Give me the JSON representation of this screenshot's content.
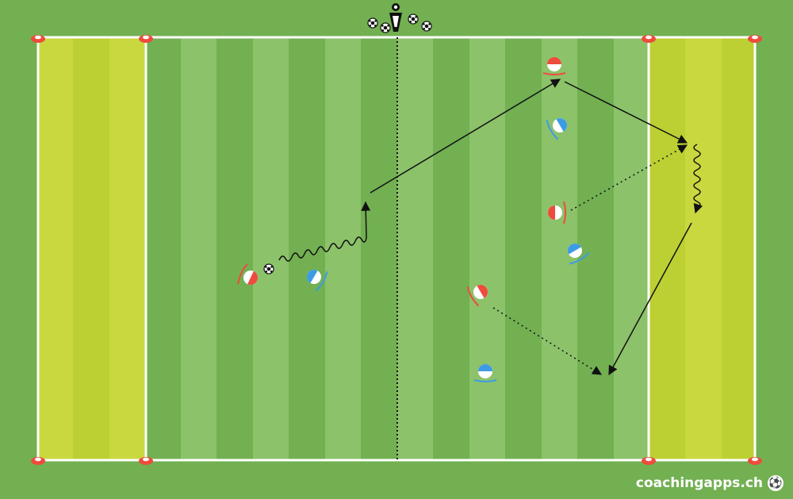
{
  "watermark": {
    "text": "coachingapps.ch"
  },
  "colors": {
    "grass_dark": "#72b052",
    "grass_light": "#8cc26a",
    "zone_dark": "#bcd034",
    "zone_light": "#c9d83e",
    "team_red": "#ee4b3d",
    "team_blue": "#3d9be6",
    "cone": "#ee4b3d",
    "line": "#ffffff",
    "arrow": "#111111"
  },
  "players": [
    {
      "name": "red-player-1",
      "team": "red"
    },
    {
      "name": "blue-player-1",
      "team": "blue"
    },
    {
      "name": "red-player-2",
      "team": "red"
    },
    {
      "name": "blue-player-2",
      "team": "blue"
    },
    {
      "name": "red-player-3",
      "team": "red"
    },
    {
      "name": "blue-player-3",
      "team": "blue"
    },
    {
      "name": "red-player-4",
      "team": "red"
    },
    {
      "name": "blue-player-4",
      "team": "blue"
    }
  ],
  "icons": {
    "ball": "soccer-ball-icon",
    "cone": "cone-icon",
    "coach": "coach-icon",
    "logo": "soccer-ball-logo-icon"
  }
}
